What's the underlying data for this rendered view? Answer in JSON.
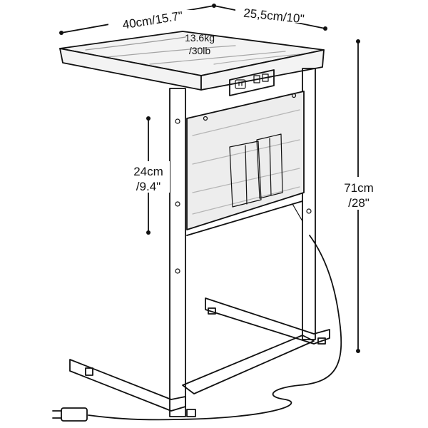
{
  "diagram": {
    "dimensions": {
      "width": {
        "label": "40cm/15.7\""
      },
      "depth": {
        "label": "25,5cm/10\""
      },
      "weight": {
        "line1": "13.6kg",
        "line2": "/30lb"
      },
      "pocket_height": {
        "line1": "24cm",
        "line2": "/9.4\""
      },
      "total_height": {
        "line1": "71cm",
        "line2": "/28\""
      }
    },
    "colors": {
      "line": "#111111",
      "background": "#ffffff",
      "surface": "#f3f3f3"
    },
    "icons": [
      "power-outlet-icon",
      "usb-port-icon",
      "plug-icon"
    ]
  }
}
